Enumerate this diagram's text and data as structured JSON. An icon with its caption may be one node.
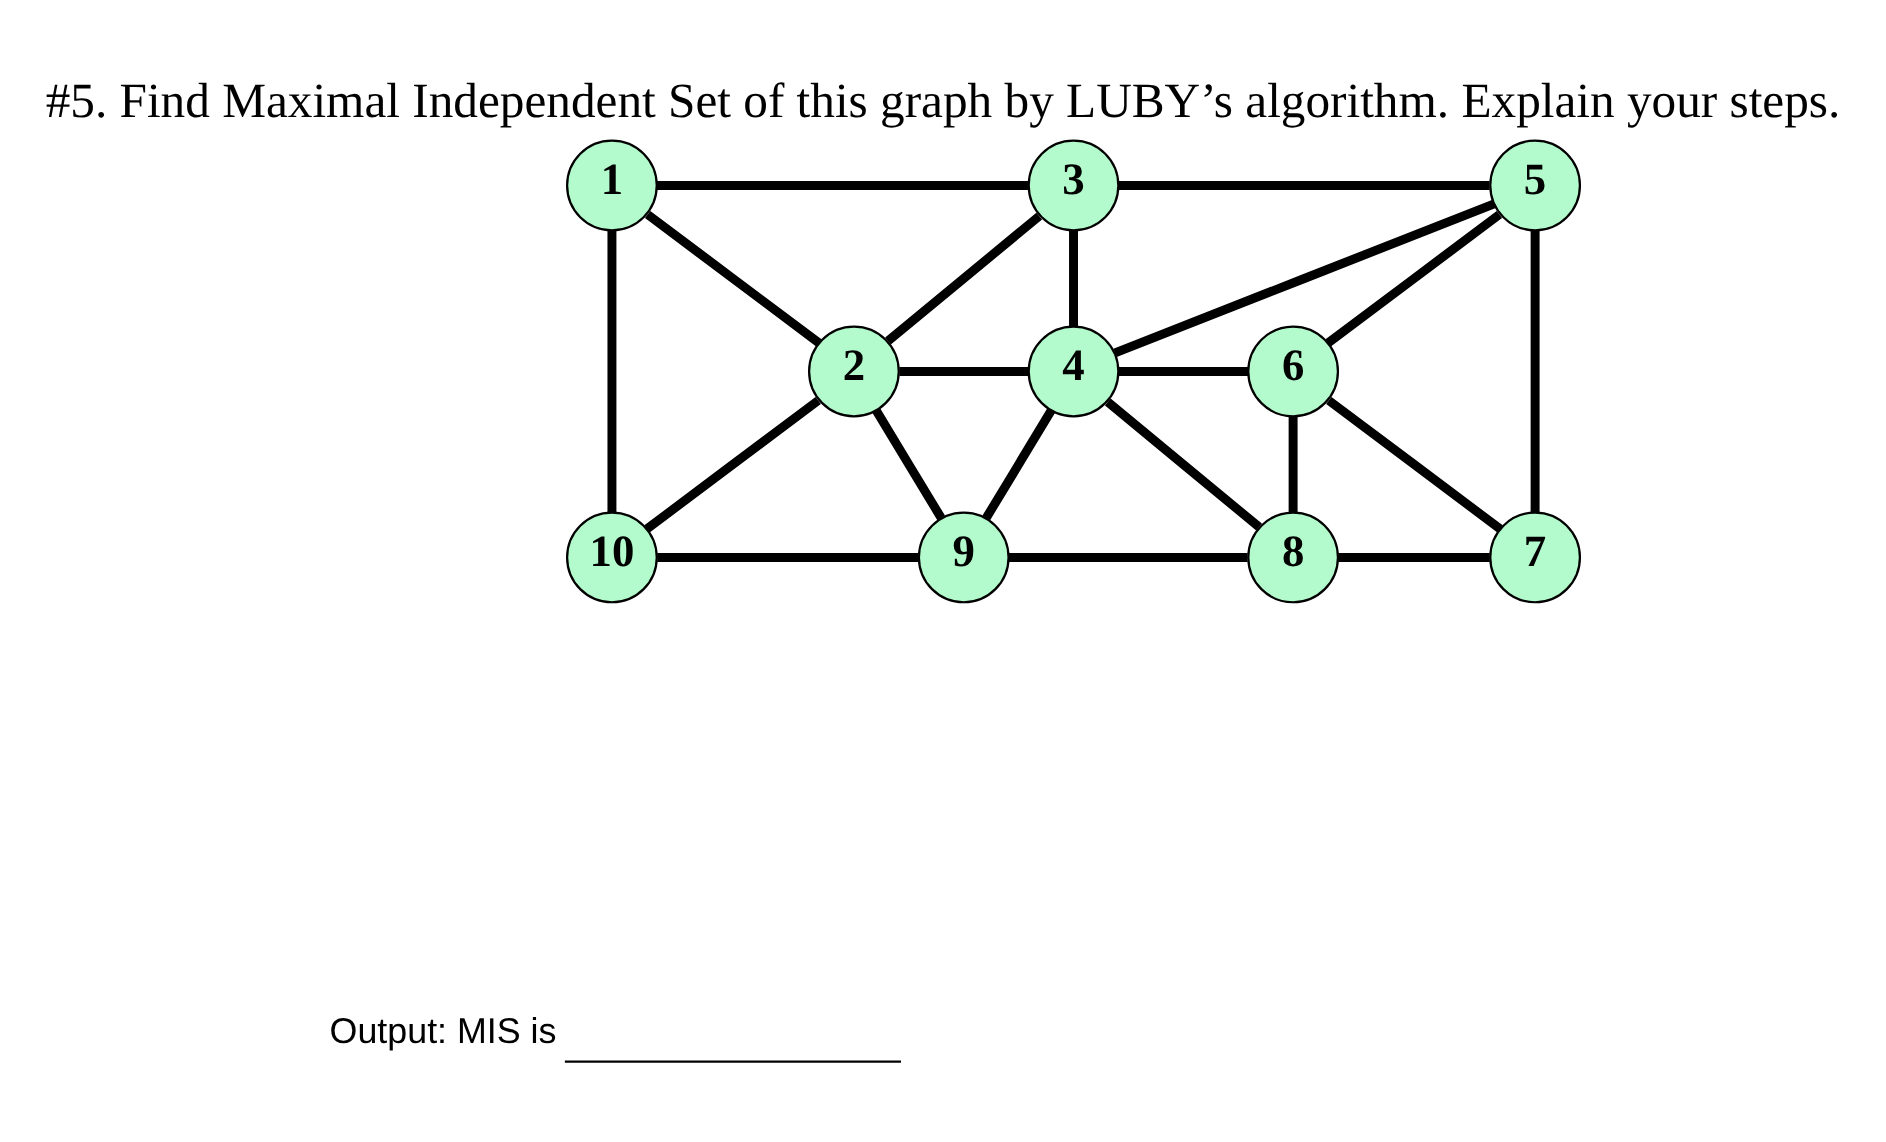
{
  "diagram": {
    "title": "#5. Find Maximal Independent Set of this graph by LUBY’s algorithm. Explain your steps.",
    "nodes": [
      {
        "text": [
          "1"
        ]
      },
      {
        "text": [
          "3"
        ]
      },
      {
        "text": [
          "5"
        ]
      },
      {
        "text": [
          "2"
        ]
      },
      {
        "text": [
          "4"
        ]
      },
      {
        "text": [
          "6"
        ]
      },
      {
        "text": [
          "10"
        ]
      },
      {
        "text": [
          "9"
        ]
      },
      {
        "text": [
          "8"
        ]
      },
      {
        "text": [
          "7"
        ]
      }
    ],
    "edges": [
      {
        "from": 0,
        "to": 1,
        "arrow": "none"
      },
      {
        "from": 0,
        "to": 3,
        "arrow": "none"
      },
      {
        "from": 0,
        "to": 6,
        "arrow": "none"
      },
      {
        "from": 1,
        "to": 2,
        "arrow": "none"
      },
      {
        "from": 1,
        "to": 3,
        "arrow": "none"
      },
      {
        "from": 1,
        "to": 4,
        "arrow": "none"
      },
      {
        "from": 2,
        "to": 4,
        "arrow": "none"
      },
      {
        "from": 2,
        "to": 5,
        "arrow": "none"
      },
      {
        "from": 2,
        "to": 9,
        "arrow": "none"
      },
      {
        "from": 3,
        "to": 4,
        "arrow": "none"
      },
      {
        "from": 4,
        "to": 5,
        "arrow": "none"
      },
      {
        "from": 3,
        "to": 6,
        "arrow": "none"
      },
      {
        "from": 3,
        "to": 7,
        "arrow": "none"
      },
      {
        "from": 4,
        "to": 7,
        "arrow": "none"
      },
      {
        "from": 4,
        "to": 8,
        "arrow": "none"
      },
      {
        "from": 5,
        "to": 8,
        "arrow": "none"
      },
      {
        "from": 5,
        "to": 9,
        "arrow": "none"
      },
      {
        "from": 6,
        "to": 7,
        "arrow": "none"
      },
      {
        "from": 7,
        "to": 8,
        "arrow": "none"
      },
      {
        "from": 8,
        "to": 9,
        "arrow": "none"
      }
    ],
    "labels": [
      "Output: MIS is"
    ]
  }
}
